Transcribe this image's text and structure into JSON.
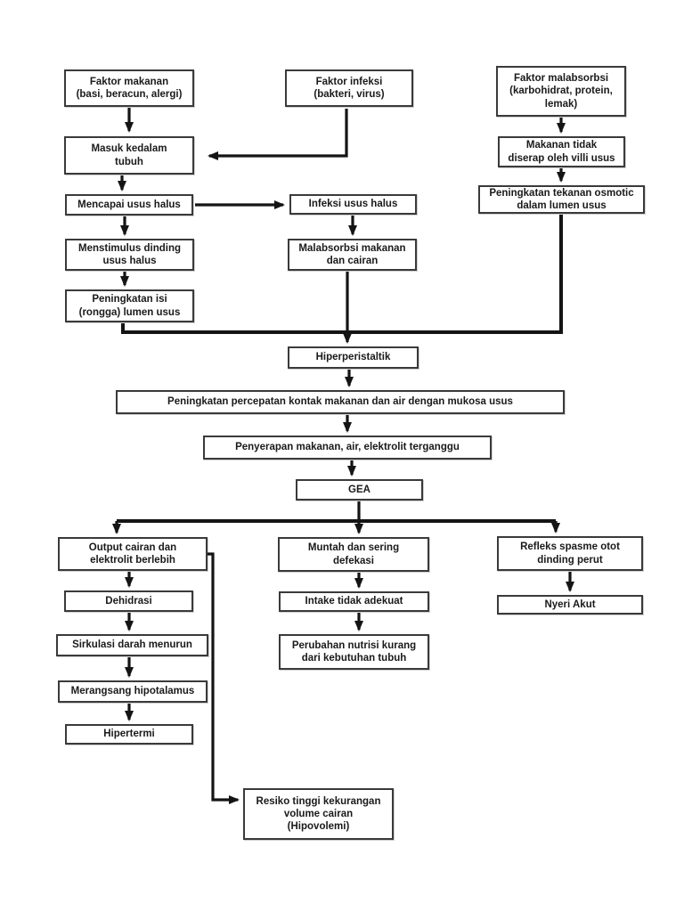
{
  "page": {
    "background_color": "#ffffff",
    "box_border_color": "#3a3a3a",
    "connector_color": "#141414",
    "text_color": "#1a1a1a"
  },
  "diagram": {
    "type": "flowchart",
    "topic": "GEA pathophysiology flowchart",
    "nodes": [
      {
        "id": "faktor-makanan",
        "label": "Faktor makanan\n(basi, beracun, alergi)"
      },
      {
        "id": "faktor-infeksi",
        "label": "Faktor infeksi\n(bakteri, virus)"
      },
      {
        "id": "faktor-malabsorbsi",
        "label": "Faktor malabsorbsi\n(karbohidrat, protein,\nlemak)"
      },
      {
        "id": "masuk-kedalam-tubuh",
        "label": "Masuk kedalam\ntubuh"
      },
      {
        "id": "makanan-tidak-diserap",
        "label": "Makanan tidak\ndiserap oleh villi usus"
      },
      {
        "id": "peningkatan-tekanan-osmotic",
        "label": "Peningkatan tekanan osmotic\ndalam lumen usus"
      },
      {
        "id": "mencapai-usus-halus",
        "label": "Mencapai usus halus"
      },
      {
        "id": "infeksi-usus-halus",
        "label": "Infeksi usus halus"
      },
      {
        "id": "menstimulus-dinding",
        "label": "Menstimulus dinding\nusus halus"
      },
      {
        "id": "malabsorbsi-makanan",
        "label": "Malabsorbsi makanan\ndan cairan"
      },
      {
        "id": "peningkatan-isi",
        "label": "Peningkatan isi\n(rongga) lumen usus"
      },
      {
        "id": "hiperperistaltik",
        "label": "Hiperperistaltik"
      },
      {
        "id": "peningkatan-percepatan",
        "label": "Peningkatan percepatan kontak makanan dan air dengan mukosa usus"
      },
      {
        "id": "penyerapan-terganggu",
        "label": "Penyerapan makanan, air, elektrolit terganggu"
      },
      {
        "id": "gea",
        "label": "GEA"
      },
      {
        "id": "output-cairan",
        "label": "Output cairan dan\nelektrolit berlebih"
      },
      {
        "id": "muntah-defekasi",
        "label": "Muntah dan sering\ndefekasi"
      },
      {
        "id": "refleks-spasme",
        "label": "Refleks spasme otot\ndinding perut"
      },
      {
        "id": "dehidrasi",
        "label": "Dehidrasi"
      },
      {
        "id": "intake-tidak-adekuat",
        "label": "Intake tidak adekuat"
      },
      {
        "id": "nyeri-akut",
        "label": "Nyeri Akut"
      },
      {
        "id": "sirkulasi-darah",
        "label": "Sirkulasi darah menurun"
      },
      {
        "id": "perubahan-nutrisi",
        "label": "Perubahan nutrisi kurang\ndari kebutuhan tubuh"
      },
      {
        "id": "merangsang-hipotalamus",
        "label": "Merangsang hipotalamus"
      },
      {
        "id": "hipertermi",
        "label": "Hipertermi"
      },
      {
        "id": "resiko-hipovolemi",
        "label": "Resiko tinggi kekurangan\nvolume cairan\n(Hipovolemi)"
      }
    ]
  }
}
